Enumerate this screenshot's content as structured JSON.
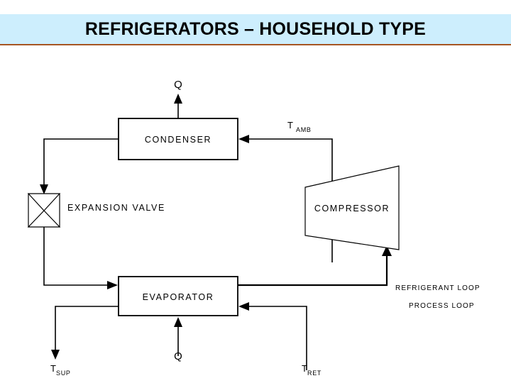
{
  "slide": {
    "title": "REFRIGERATORS – HOUSEHOLD TYPE",
    "banner_color": "#cdeefd",
    "rule_color": "#a65522",
    "background": "#ffffff"
  },
  "diagram": {
    "type": "process-flow",
    "blocks": [
      {
        "id": "condenser",
        "label": "CONDENSER",
        "shape": "rectangle"
      },
      {
        "id": "expansion_valve",
        "label": "EXPANSION VALVE",
        "shape": "bowtie"
      },
      {
        "id": "compressor",
        "label": "COMPRESSOR",
        "shape": "trapezoid"
      },
      {
        "id": "evaporator",
        "label": "EVAPORATOR",
        "shape": "rectangle"
      }
    ],
    "heat_labels": [
      {
        "id": "q_condenser",
        "label": "Q",
        "direction": "out-up"
      },
      {
        "id": "q_evaporator",
        "label": "Q",
        "direction": "in-up"
      }
    ],
    "temperature_labels": [
      {
        "id": "t_amb",
        "symbol": "T",
        "subscript": "AMB"
      },
      {
        "id": "t_sup",
        "symbol": "T",
        "subscript": "SUP"
      },
      {
        "id": "t_ret",
        "symbol": "T",
        "subscript": "RET"
      }
    ],
    "legend": [
      {
        "id": "refrigerant_loop",
        "label": "REFRIGERANT LOOP"
      },
      {
        "id": "process_loop",
        "label": "PROCESS LOOP"
      }
    ]
  }
}
